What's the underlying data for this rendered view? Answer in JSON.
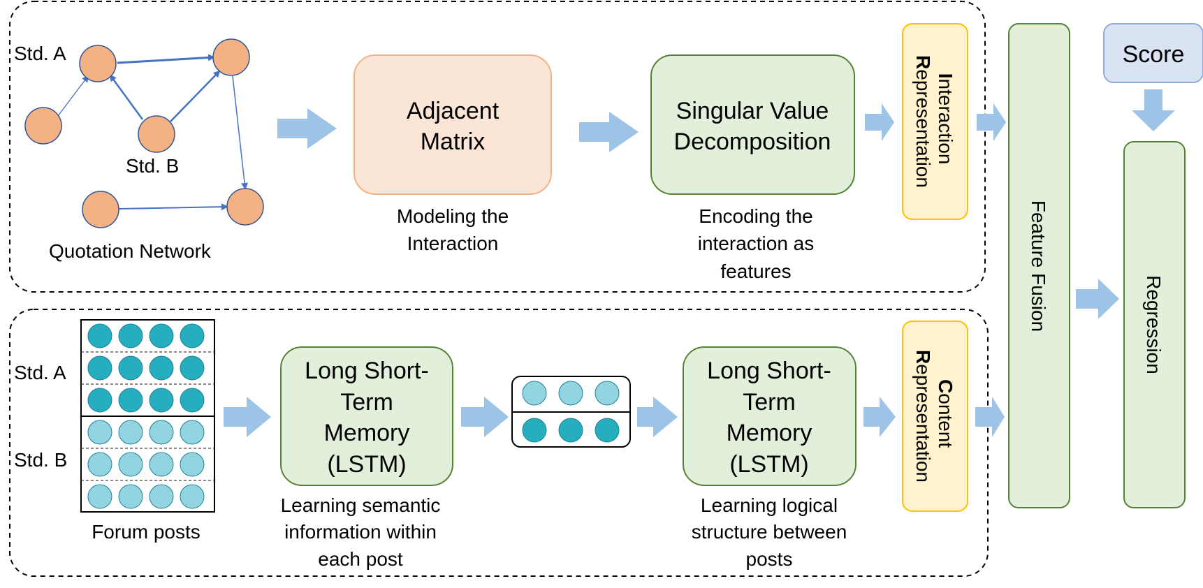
{
  "colors": {
    "node_fill": "#f4b183",
    "node_stroke": "#2f5597",
    "edge": "#4472c4",
    "arrow_fill": "#9dc3e6",
    "peach_fill": "#fbe5d6",
    "peach_stroke": "#f4b183",
    "green_fill": "#e2efda",
    "green_stroke": "#548235",
    "yellow_fill": "#fff2cc",
    "yellow_stroke": "#ffc000",
    "score_fill": "#dae3f3",
    "score_stroke": "#8faadc",
    "dark_teal": "#27aebe",
    "light_teal": "#92d5e0",
    "teal_stroke": "#1f7f9a"
  },
  "top_section": {
    "student_a_label": "Std. A",
    "student_b_label": "Std. B",
    "network_caption": "Quotation Network",
    "adjacent_matrix": {
      "lines": [
        "Adjacent",
        "Matrix"
      ],
      "caption": [
        "Modeling the",
        "Interaction"
      ]
    },
    "svd": {
      "lines": [
        "Singular Value",
        "Decomposition"
      ],
      "caption": [
        "Encoding the",
        "interaction as",
        "features"
      ]
    },
    "representation": {
      "initial_1": "I",
      "rest_1": "nteraction",
      "initial_2": "R",
      "rest_2": "epresentation"
    }
  },
  "bottom_section": {
    "student_a_label": "Std. A",
    "student_b_label": "Std. B",
    "forum_caption": "Forum posts",
    "lstm_1": {
      "lines": [
        "Long Short-",
        "Term",
        "Memory",
        "(LSTM)"
      ],
      "caption": [
        "Learning semantic",
        "information within",
        "each post"
      ]
    },
    "lstm_2": {
      "lines": [
        "Long Short-",
        "Term",
        "Memory",
        "(LSTM)"
      ],
      "caption": [
        "Learning logical",
        "structure between",
        "posts"
      ]
    },
    "representation": {
      "initial_1": "C",
      "rest_1": "ontent",
      "initial_2": "R",
      "rest_2": "epresentation"
    }
  },
  "feature_fusion_label": "Feature Fusion",
  "regression_label": "Regression",
  "score_label": "Score"
}
